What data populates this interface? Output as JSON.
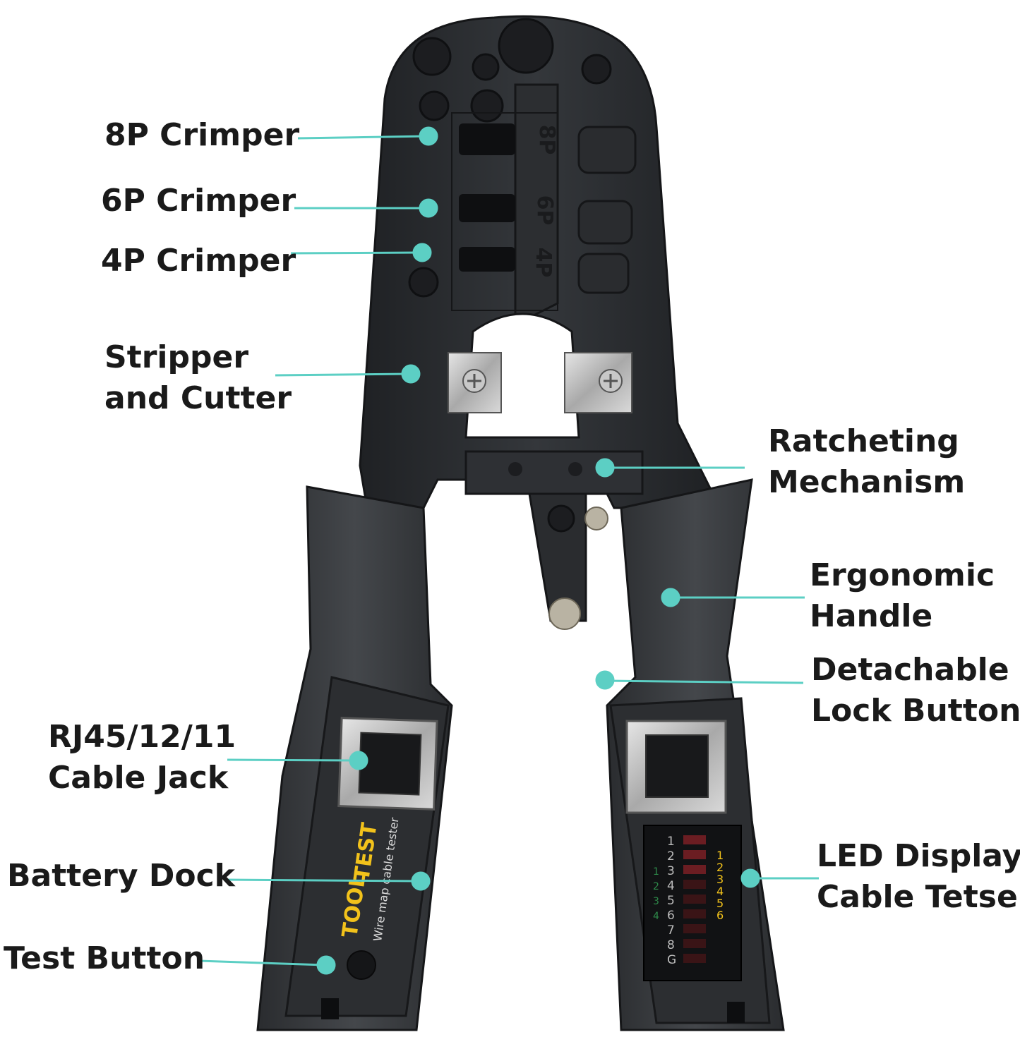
{
  "callouts": {
    "p8": [
      "8P Crimper"
    ],
    "p6": [
      "6P Crimper"
    ],
    "p4": [
      "4P Crimper"
    ],
    "stripper": [
      "Stripper",
      "and Cutter"
    ],
    "ratchet": [
      "Ratcheting",
      "Mechanism"
    ],
    "handle": [
      "Ergonomic",
      "Handle"
    ],
    "lock": [
      "Detachable",
      "Lock Button"
    ],
    "jack": [
      "RJ45/12/11",
      "Cable Jack"
    ],
    "battery": [
      "Battery Dock"
    ],
    "test": [
      "Test Button"
    ],
    "led": [
      "LED Display",
      "Cable Tetser"
    ]
  },
  "die_marks": [
    "8P",
    "6P",
    "4P"
  ],
  "tester_brand": {
    "word1": "TOOL",
    "word2": "TEST",
    "subtitle": "Wire map cable tester"
  },
  "led_left_numbers": [
    "1",
    "2",
    "3",
    "4",
    "5",
    "6",
    "7",
    "8",
    "G"
  ],
  "led_left_green": [
    "1",
    "2",
    "3",
    "4"
  ],
  "led_right_numbers": [
    "1",
    "2",
    "3",
    "4",
    "5",
    "6"
  ],
  "colors": {
    "callout_line": "#5ccfc4",
    "callout_dot": "#5ccfc4",
    "tool_body": "#2b2d30",
    "handle": "#3a3d40",
    "brand_yellow": "#f2c21b"
  }
}
